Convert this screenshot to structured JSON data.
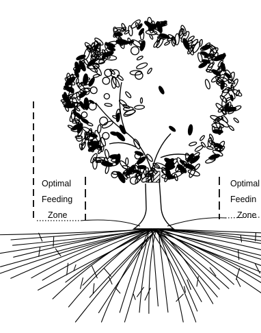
{
  "figure": {
    "labels": {
      "left_zone": [
        "Optimal",
        "Feeding",
        "Zone"
      ],
      "right_zone": [
        "Optimal",
        "Feedin",
        "Zone"
      ]
    },
    "colors": {
      "ink": "#000000",
      "paper": "#ffffff"
    }
  }
}
